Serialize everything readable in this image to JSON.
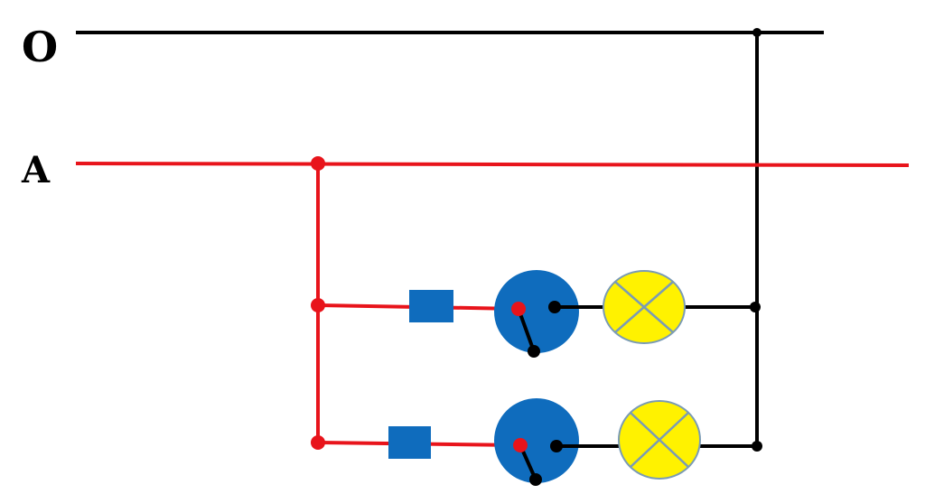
{
  "rails": {
    "neutral_label": "O",
    "phase_label": "A"
  },
  "colors": {
    "neutral_wire": "#000000",
    "phase_wire": "#e8141b",
    "fuse": "#0f6cbd",
    "switch_body": "#0f6cbd",
    "lamp_fill": "#fff200",
    "lamp_cross": "#7a9bb5",
    "background": "#ffffff"
  },
  "components": {
    "branch_1": [
      "fuse",
      "two-way-switch",
      "lamp"
    ],
    "branch_2": [
      "fuse",
      "two-way-switch",
      "lamp"
    ]
  }
}
